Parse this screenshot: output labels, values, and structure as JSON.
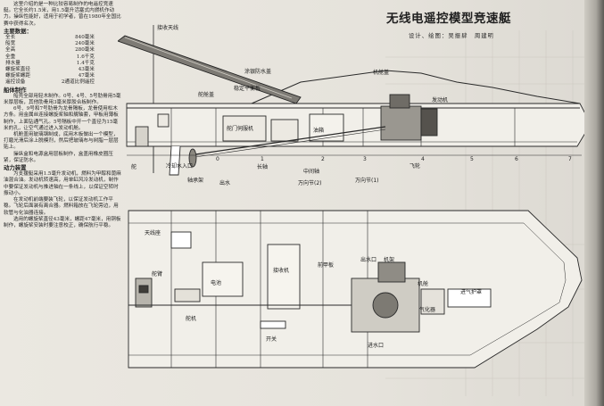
{
  "title": "无线电遥控模型竞速艇",
  "credit": "设计、绘图：吴振肆　周建明",
  "text": {
    "intro": "这里介绍的是一种比较容易制作的电遥控竞速艇。它全长约1.5米，用1.5毫升活塞式内燃机作动力。操纵性能好，适用于初学者，曾在1980年全国比赛中获得名次。",
    "main_data_title": "主要数据：",
    "specs": [
      {
        "k": "全长",
        "v": "840毫米"
      },
      {
        "k": "船宽",
        "v": "240毫米"
      },
      {
        "k": "全高",
        "v": "280毫米"
      },
      {
        "k": "全重",
        "v": "1.6千克"
      },
      {
        "k": "排水量",
        "v": "1.4千克"
      },
      {
        "k": "螺旋桨直径",
        "v": "43毫米"
      },
      {
        "k": "螺旋桨螺距",
        "v": "47毫米"
      },
      {
        "k": "遥控设备",
        "v": "2通道比例遥控"
      }
    ],
    "hull_title": "船体制作",
    "hull_paras": [
      "船壳全部用轻木制作。0号、4号、5号肋骨用5毫米厚层板，其他肋骨用3毫米厚胶合板制作。",
      "6号、9号和7号肋骨为龙骨隔板，龙骨使用松木方条。用金属丝连接螺旋桨轴和艉轴套，甲板用薄板制作，上面钻通气孔。5号隔板中开一个直径为15毫米的孔，让空气通过进入发动机舱。",
      "机舱盖用玻璃钢制成，底用木板做出一个模型，打磨光滑后涂上脱模剂，然后把玻璃布与树脂一层层贴上。",
      "操纵盒和电源盒用层板制作，盒盖用橡皮圈压紧，保证防水。"
    ],
    "power_title": "动力装置",
    "power_paras": [
      "为支援艇采用1.5毫升发动机，燃料为甲醇和蓖麻油混合油。发动机转速高，用单缸风冷发动机，制作中要保证发动机与推进轴在一条线上，以保证空转时振动小。",
      "在发动机前端要装飞轮，以保证发动机工作平稳。飞轮后面装有离合器。燃料箱放在飞轮旁边，用软管与化油器连接。",
      "选用的螺旋桨直径43毫米，螺距47毫米，用铜板制作，螺旋桨安装时要注意校正，确保航行平稳。"
    ]
  },
  "labels": {
    "antenna_top": "接收天线",
    "waterproof_cover": "涂银防水盖",
    "stabilizer_plate": "稳定平衡板",
    "rudder_cover": "舵舱盖",
    "engine_cover": "机舱盖",
    "engine": "发动机",
    "rudder_servo_box": "舵门伺服机",
    "fuel_tank": "油箱",
    "flywheel": "飞轮",
    "cooling_inlet": "冷却水入口",
    "rudder": "舵",
    "long_pillar": "长轴",
    "middle_shaft": "中间轴",
    "prop_support": "轴承架",
    "universal_joint": "万向节(1)",
    "universal_joint2": "万向节(2)",
    "drain": "出水",
    "antenna_plan": "天线座",
    "rudder_arm": "舵臂",
    "battery": "电池",
    "receiver": "接收机",
    "rudder_gear": "舵机",
    "switch": "开关",
    "front_deck": "前甲板",
    "water_outlet": "出水口",
    "engine_mount": "机架",
    "engine_plan": "机舱",
    "carburetor": "气化器",
    "air_scoop": "进气护罩",
    "water_inlet": "进水口",
    "station_marks": [
      "0",
      "1",
      "2",
      "3",
      "4",
      "5",
      "6",
      "7"
    ]
  }
}
